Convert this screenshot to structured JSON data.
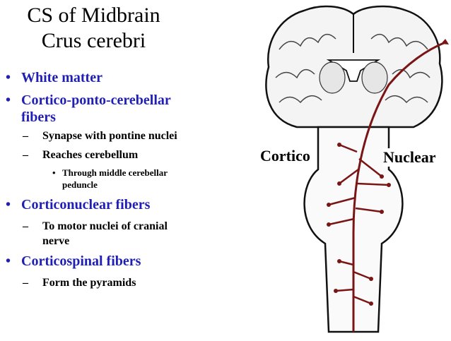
{
  "title": {
    "line1": "CS of Midbrain",
    "line2": "Crus cerebri"
  },
  "bullets": {
    "b1": "White matter",
    "b2_line1": "Cortico-ponto-cerebellar",
    "b2_line2": "fibers",
    "b2_sub1": "Synapse with pontine nuclei",
    "b2_sub2": "Reaches cerebellum",
    "b2_sub2_sub1_line1": "Through  middle cerebellar",
    "b2_sub2_sub1_line2": "peduncle",
    "b3": "Corticonuclear fibers",
    "b3_sub1_line1": "To motor nuclei of cranial",
    "b3_sub1_line2": "nerve",
    "b4": "Corticospinal fibers",
    "b4_sub1": "Form the  pyramids"
  },
  "diagram": {
    "label_left": "Cortico",
    "label_right": "Nuclear",
    "fiber_color": "#7a1515"
  }
}
